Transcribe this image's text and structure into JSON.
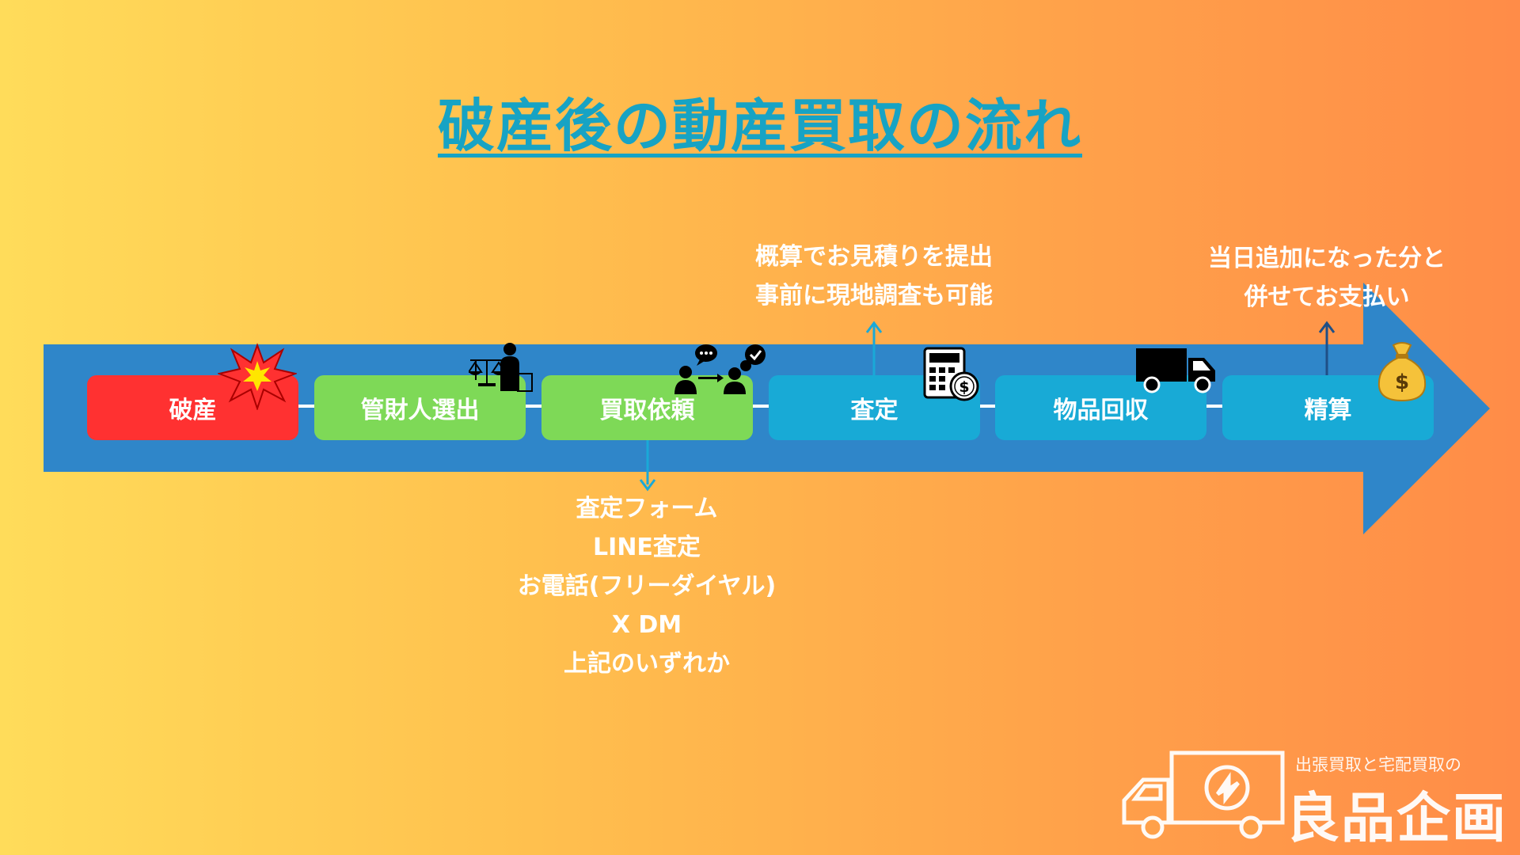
{
  "title": "破産後の動産買取の流れ",
  "colors": {
    "arrow": "#2f86c9",
    "step_red": "#ff3131",
    "step_green": "#7ed957",
    "step_blue": "#18aad6",
    "title": "#17a3c4"
  },
  "steps": [
    {
      "label": "破産",
      "color": "#ff3131",
      "icon": "explosion-icon"
    },
    {
      "label": "管財人選出",
      "color": "#7ed957",
      "icon": "trustee-scales-icon"
    },
    {
      "label": "買取依頼",
      "color": "#7ed957",
      "icon": "chat-request-icon"
    },
    {
      "label": "査定",
      "color": "#18aad6",
      "icon": "calculator-icon"
    },
    {
      "label": "物品回収",
      "color": "#18aad6",
      "icon": "truck-icon"
    },
    {
      "label": "精算",
      "color": "#18aad6",
      "icon": "money-bag-icon"
    }
  ],
  "notes": {
    "request": [
      "査定フォーム",
      "LINE査定",
      "お電話(フリーダイヤル)",
      "X DM",
      "上記のいずれか"
    ],
    "appraisal": [
      "概算でお見積りを提出",
      "事前に現地調査も可能"
    ],
    "settlement": [
      "当日追加になった分と",
      "併せてお支払い"
    ]
  },
  "logo": {
    "tagline": "出張買取と宅配買取の",
    "name": "良品企画"
  }
}
